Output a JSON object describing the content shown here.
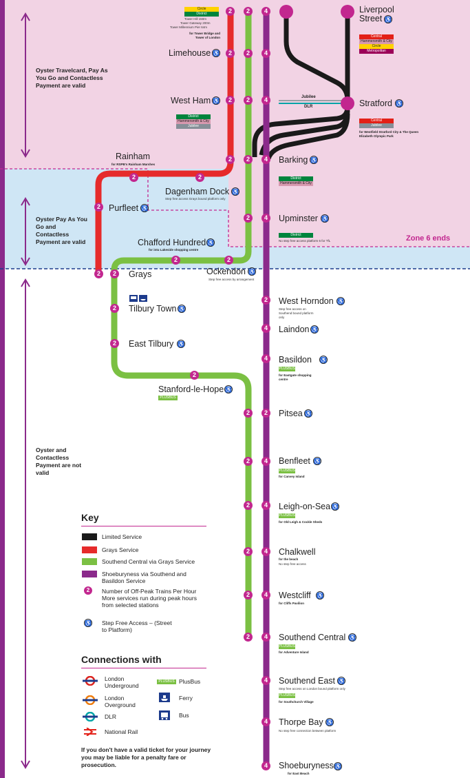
{
  "zones": {
    "top_text": "Oyster Travelcard, Pay As You Go and Contactless Payment are valid",
    "mid_text": "Oyster Pay As You Go and Contactless Payment are valid",
    "bottom_text": "Oyster and Contactless Payment are not valid",
    "zone6_label": "Zone 6 ends"
  },
  "colors": {
    "limited": "#1a1a1a",
    "grays": "#e62b2b",
    "southend_central": "#7bc043",
    "shoeburyness": "#8b2a8b",
    "badge": "#c2278f"
  },
  "top_connections": {
    "circle": "Circle",
    "district": "District",
    "tower_hill": "Tower Hill 150m",
    "tower_gateway": "Tower Gateway 200m",
    "tower_millennium": "Tower Millennium Pier 64m",
    "for_tower": "for Tower Bridge and Tower of London"
  },
  "stations": {
    "liverpool_street": "Liverpool Street",
    "limehouse": "Limehouse",
    "west_ham": "West Ham",
    "stratford": "Stratford",
    "rainham": "Rainham",
    "rainham_note": "for RSPB's Rainham Marshes",
    "dagenham_dock": "Dagenham Dock",
    "dagenham_note": "Step free access Grays bound platform only",
    "barking": "Barking",
    "purfleet": "Purfleet",
    "upminster": "Upminster",
    "upminster_note": "No step free access platform 6 for TfL",
    "chafford": "Chafford Hundred",
    "chafford_note": "for intu Lakeside shopping centre",
    "ockendon": "Ockendon",
    "ockendon_note": "Step free access by arrangement",
    "grays": "Grays",
    "west_horndon": "West Horndon",
    "west_horndon_note": "Step free access on Southend bound platform only",
    "tilbury_town": "Tilbury Town",
    "laindon": "Laindon",
    "east_tilbury": "East Tilbury",
    "basildon": "Basildon",
    "basildon_note": "for Eastgate shopping centre",
    "stanford": "Stanford-le-Hope",
    "pitsea": "Pitsea",
    "benfleet": "Benfleet",
    "benfleet_note": "for Canvey Island",
    "leigh": "Leigh-on-Sea",
    "leigh_note": "for Old Leigh & Cockle Sheds",
    "chalkwell": "Chalkwell",
    "chalkwell_note": "for the beach",
    "chalkwell_note2": "No step free access",
    "westcliff": "Westcliff",
    "westcliff_note": "for Cliffs Pavilion",
    "southend_central": "Southend Central",
    "southend_central_note": "for Adventure Island",
    "southend_east": "Southend East",
    "southend_east_note": "Step free access on London bound platform only",
    "southend_east_note2": "for Southchurch Village",
    "thorpe_bay": "Thorpe Bay",
    "thorpe_bay_note": "No step free connection between platform",
    "shoeburyness": "Shoeburyness",
    "shoeburyness_note": "for East Beach"
  },
  "line_badges": {
    "liverpool": [
      "Central",
      "Hammersmith & City",
      "Circle",
      "Metropolitan"
    ],
    "west_ham": [
      "District",
      "Hammersmith & City",
      "Jubilee"
    ],
    "stratford": [
      "Central",
      "Jubilee"
    ],
    "stratford_note": "for Westfield Stratford City & The Queen Elizabeth Olympic Park",
    "barking": [
      "District",
      "Hammersmith & City"
    ],
    "upminster": [
      "District"
    ],
    "jubilee": "Jubilee",
    "dlr": "DLR",
    "plusbus": "PLUSBUS"
  },
  "key": {
    "title": "Key",
    "limited": "Limited Service",
    "grays": "Grays Service",
    "southend_central": "Southend Central via Grays Service",
    "shoeburyness": "Shoeburyness via Southend and Basildon Service",
    "trains_number": "2",
    "trains": "Number of Off-Peak Trains Per Hour More services run during peak hours from selected stations",
    "step_free": "Step Free Access – (Street to Platform)"
  },
  "connections": {
    "title": "Connections with",
    "underground": "London Underground",
    "overground": "London Overground",
    "dlr": "DLR",
    "national_rail": "National Rail",
    "plusbus": "PlusBus",
    "ferry": "Ferry",
    "bus": "Bus"
  },
  "warning": "If you don't have a valid ticket for your journey you may be liable for a penalty fare or prosecution.",
  "freq": {
    "two": "2",
    "four": "4"
  }
}
